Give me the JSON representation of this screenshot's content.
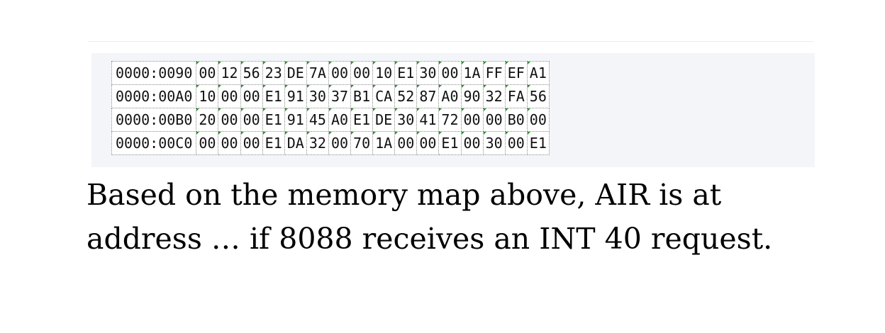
{
  "memory_map": {
    "rows": [
      {
        "address": "0000:0090",
        "bytes": [
          "00",
          "12",
          "56",
          "23",
          "DE",
          "7A",
          "00",
          "00",
          "10",
          "E1",
          "30",
          "00",
          "1A",
          "FF",
          "EF",
          "A1"
        ]
      },
      {
        "address": "0000:00A0",
        "bytes": [
          "10",
          "00",
          "00",
          "E1",
          "91",
          "30",
          "37",
          "B1",
          "CA",
          "52",
          "87",
          "A0",
          "90",
          "32",
          "FA",
          "56"
        ]
      },
      {
        "address": "0000:00B0",
        "bytes": [
          "20",
          "00",
          "00",
          "E1",
          "91",
          "45",
          "A0",
          "E1",
          "DE",
          "30",
          "41",
          "72",
          "00",
          "00",
          "B0",
          "00"
        ]
      },
      {
        "address": "0000:00C0",
        "bytes": [
          "00",
          "00",
          "00",
          "E1",
          "DA",
          "32",
          "00",
          "70",
          "1A",
          "00",
          "00",
          "E1",
          "00",
          "30",
          "00",
          "E1"
        ]
      }
    ]
  },
  "question": {
    "text": "Based on the memory map above, AIR is at address … if 8088 receives an INT 40 request."
  }
}
